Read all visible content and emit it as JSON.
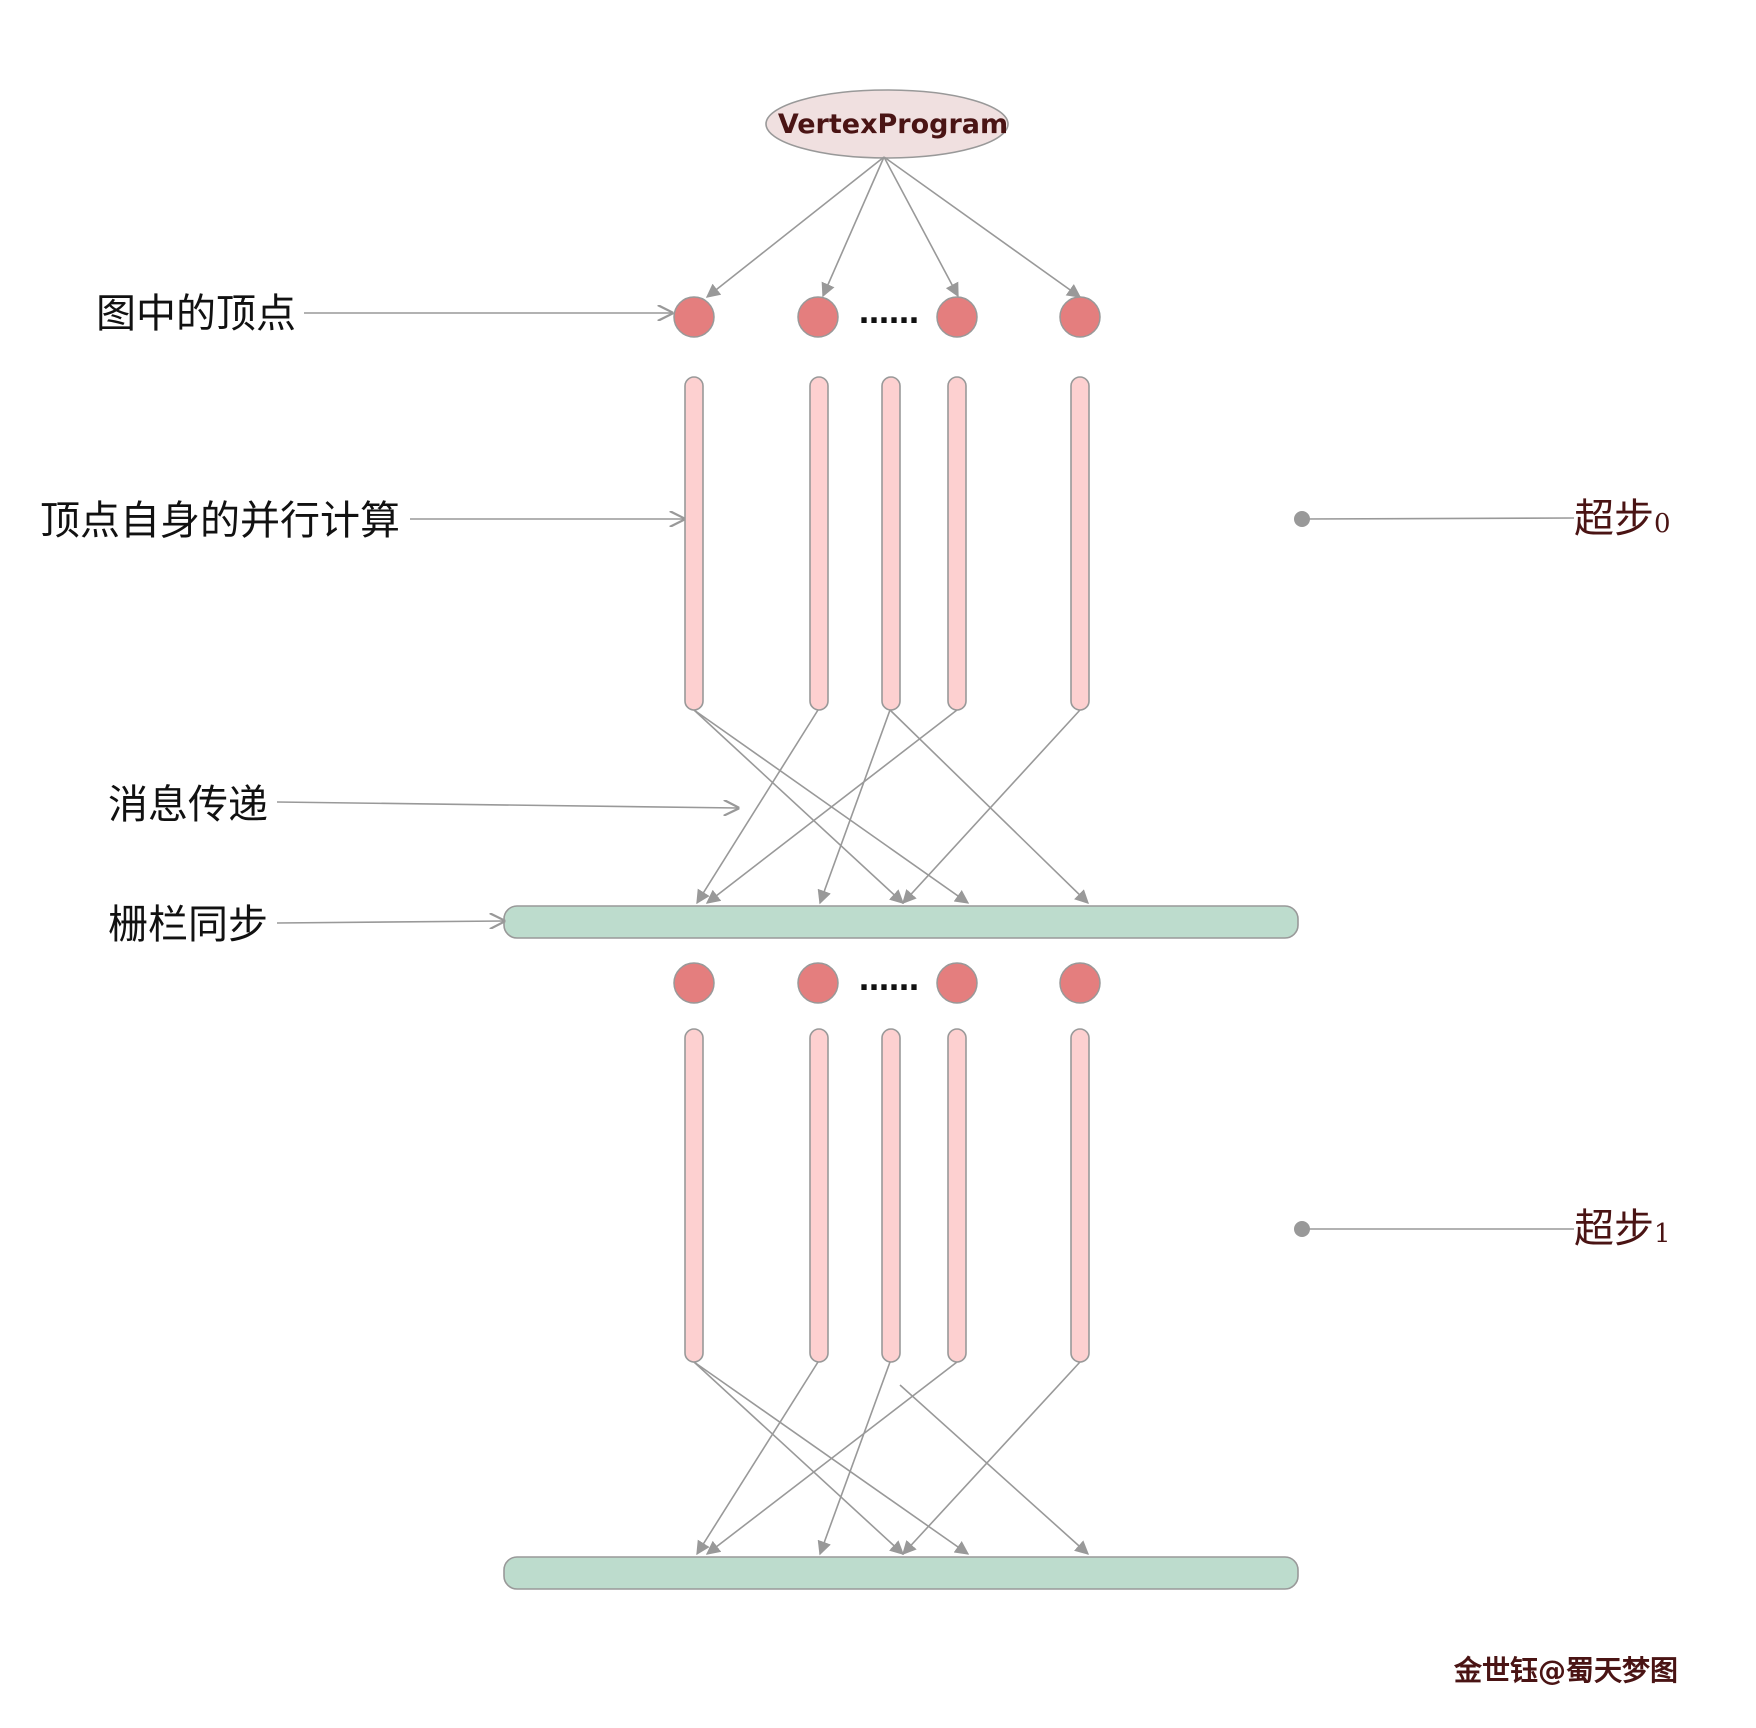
{
  "vertex_program": "VertexProgram",
  "labels": {
    "vertices": "图中的顶点",
    "parallel_compute": "顶点自身的并行计算",
    "message_passing": "消息传递",
    "barrier_sync": "栅栏同步"
  },
  "ellipsis": "……",
  "supersteps": [
    {
      "label": "超步",
      "number": "0"
    },
    {
      "label": "超步",
      "number": "1"
    }
  ],
  "watermark": "金世钰@蜀天梦图",
  "colors": {
    "vertex": "#e47e7e",
    "compute_bar": "#fdd0d0",
    "barrier": "#bddccd",
    "line": "#999999",
    "vertex_program_fill": "#f0e0e0",
    "dark_red_text": "#4a1414"
  }
}
